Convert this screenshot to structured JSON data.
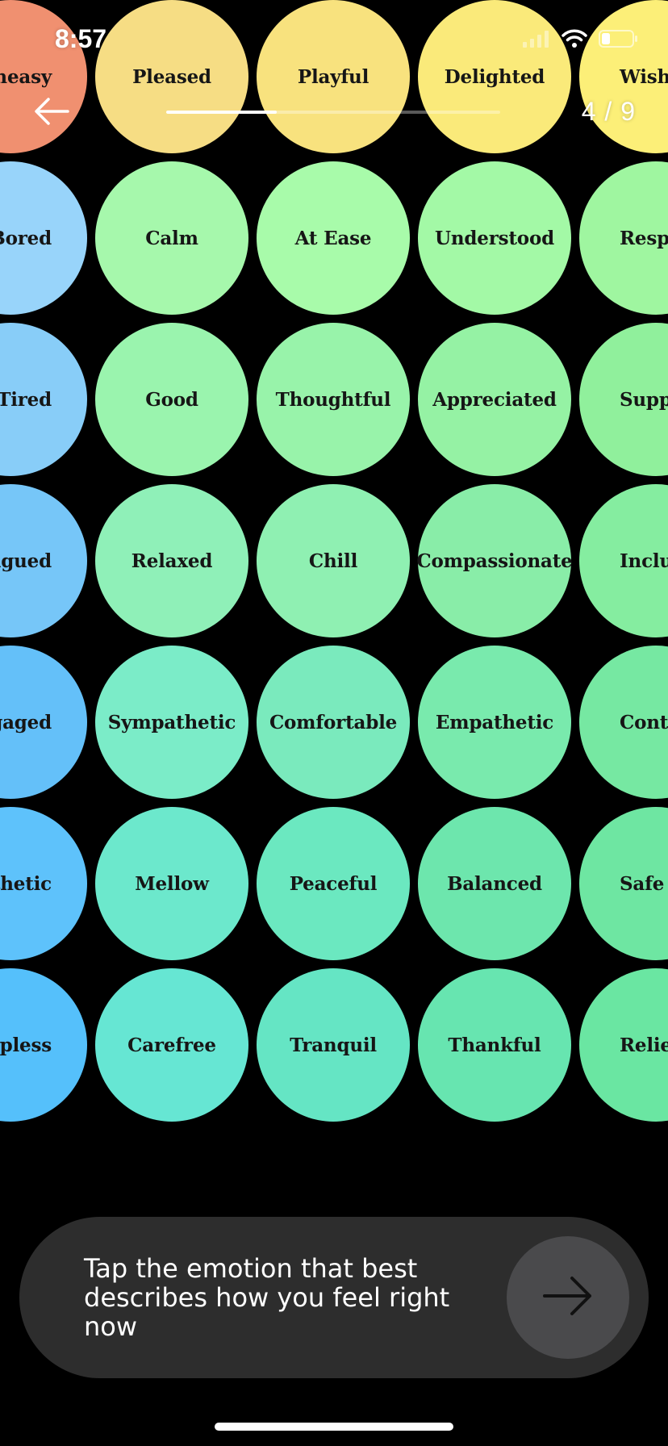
{
  "status_bar": {
    "time": "8:57",
    "icons": [
      "signal-icon",
      "wifi-icon",
      "battery-icon"
    ]
  },
  "nav": {
    "back_icon": "arrow-left-icon",
    "step_counter": "4 / 9",
    "progress_fraction": 0.33,
    "progress_color": "#ffffff"
  },
  "emotion_grid": {
    "rows": [
      {
        "items": [
          {
            "label": "Uneasy",
            "color": "#f09070"
          },
          {
            "label": "Pleased",
            "color": "#f6dd84"
          },
          {
            "label": "Playful",
            "color": "#f8e27e"
          },
          {
            "label": "Delighted",
            "color": "#faea7a"
          },
          {
            "label": "Wishful",
            "color": "#fcef78"
          }
        ]
      },
      {
        "items": [
          {
            "label": "Bored",
            "color": "#98d4fa"
          },
          {
            "label": "Calm",
            "color": "#a6f8ac"
          },
          {
            "label": "At Ease",
            "color": "#a8fbaa"
          },
          {
            "label": "Understood",
            "color": "#a3f9a6"
          },
          {
            "label": "Respected",
            "color": "#9ff6a0"
          }
        ]
      },
      {
        "items": [
          {
            "label": "Tired",
            "color": "#88cdf8"
          },
          {
            "label": "Good",
            "color": "#9af4ae"
          },
          {
            "label": "Thoughtful",
            "color": "#98f3aa"
          },
          {
            "label": "Appreciated",
            "color": "#95f2a4"
          },
          {
            "label": "Supported",
            "color": "#90f09c"
          }
        ]
      },
      {
        "items": [
          {
            "label": "Fatigued",
            "color": "#76c6f8"
          },
          {
            "label": "Relaxed",
            "color": "#8ff0b8"
          },
          {
            "label": "Chill",
            "color": "#8ff0b2"
          },
          {
            "label": "Compassionate",
            "color": "#89eda8"
          },
          {
            "label": "Included",
            "color": "#85eda0"
          }
        ]
      },
      {
        "items": [
          {
            "label": "Disengaged",
            "color": "#64c0f9"
          },
          {
            "label": "Sympathetic",
            "color": "#7becc8"
          },
          {
            "label": "Comfortable",
            "color": "#7aeabd"
          },
          {
            "label": "Empathetic",
            "color": "#79eaad"
          },
          {
            "label": "Content",
            "color": "#76e8a2"
          }
        ]
      },
      {
        "items": [
          {
            "label": "Apathetic",
            "color": "#5ec2fb"
          },
          {
            "label": "Mellow",
            "color": "#6ce8cc"
          },
          {
            "label": "Peaceful",
            "color": "#6be8c0"
          },
          {
            "label": "Balanced",
            "color": "#6de6ad"
          },
          {
            "label": "Safe",
            "color": "#6ee6a2"
          }
        ]
      },
      {
        "items": [
          {
            "label": "Helpless",
            "color": "#55c0fb"
          },
          {
            "label": "Carefree",
            "color": "#66e6d3"
          },
          {
            "label": "Tranquil",
            "color": "#65e5c4"
          },
          {
            "label": "Thankful",
            "color": "#67e5b0"
          },
          {
            "label": "Relieved",
            "color": "#6ae6a2"
          }
        ]
      }
    ]
  },
  "prompt": {
    "text": "Tap the emotion that best describes how you feel right now",
    "next_icon": "arrow-right-icon"
  }
}
